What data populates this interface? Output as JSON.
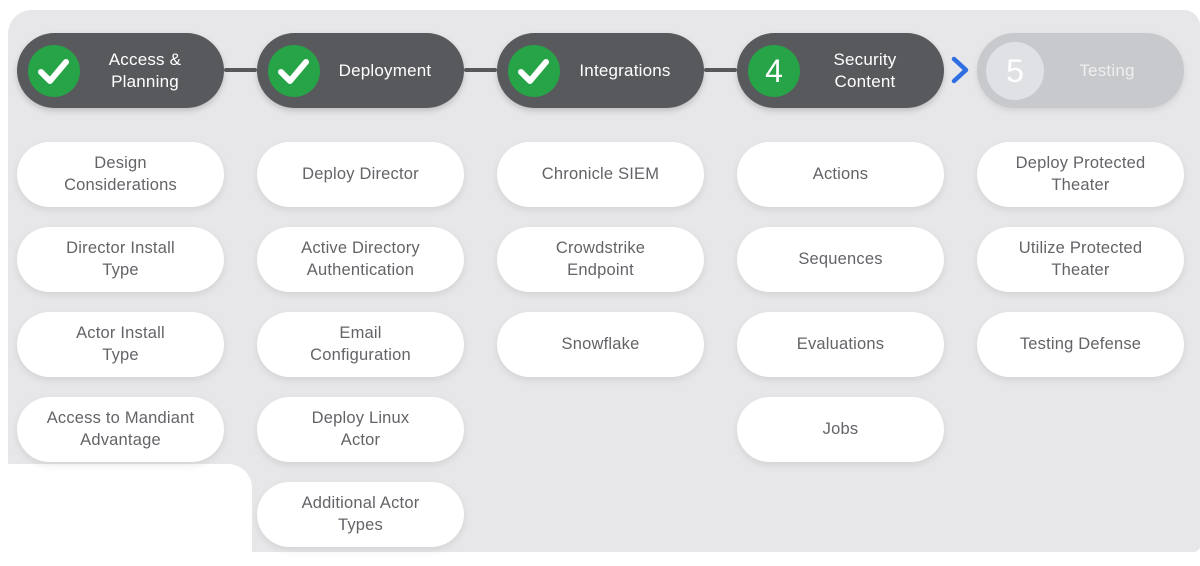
{
  "colors": {
    "background": "#FFFFFF",
    "panel": "#E7E7E9",
    "stage_pill_dark": "#58595C",
    "completed_green": "#27A447",
    "chevron_blue": "#2E6FE2",
    "upcoming_pill_gray": "#C8C9CD",
    "upcoming_circle_gray": "#E0E1E4",
    "item_pill_white": "#FFFFFF",
    "item_text_gray": "#636468"
  },
  "stepper": {
    "stages": [
      {
        "label": "Access &\nPlanning",
        "status": "complete",
        "icon": "check"
      },
      {
        "label": "Deployment",
        "status": "complete",
        "icon": "check"
      },
      {
        "label": "Integrations",
        "status": "complete",
        "icon": "check"
      },
      {
        "label": "Security\nContent",
        "status": "current",
        "number": "4"
      },
      {
        "label": "Testing",
        "status": "upcoming",
        "number": "5"
      }
    ]
  },
  "columns": [
    {
      "stage": "Access & Planning",
      "items": [
        "Design\nConsiderations",
        "Director Install\nType",
        "Actor Install\nType",
        "Access to Mandiant\nAdvantage"
      ]
    },
    {
      "stage": "Deployment",
      "items": [
        "Deploy Director",
        "Active Directory\nAuthentication",
        "Email\nConfiguration",
        "Deploy Linux\nActor",
        "Additional Actor\nTypes"
      ]
    },
    {
      "stage": "Integrations",
      "items": [
        "Chronicle SIEM",
        "Crowdstrike\nEndpoint",
        "Snowflake"
      ]
    },
    {
      "stage": "Security Content",
      "items": [
        "Actions",
        "Sequences",
        "Evaluations",
        "Jobs"
      ]
    },
    {
      "stage": "Testing",
      "items": [
        "Deploy Protected\nTheater",
        "Utilize Protected\nTheater",
        "Testing Defense"
      ]
    }
  ]
}
